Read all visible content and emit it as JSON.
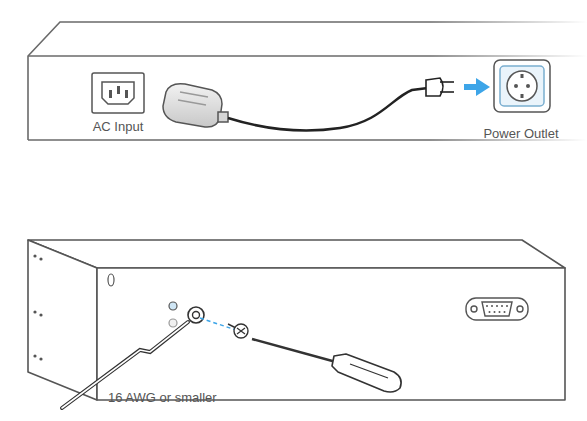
{
  "diagram": {
    "labels": [
      "AC Input",
      "Power Outlet",
      "16 AWG or smaller"
    ]
  }
}
